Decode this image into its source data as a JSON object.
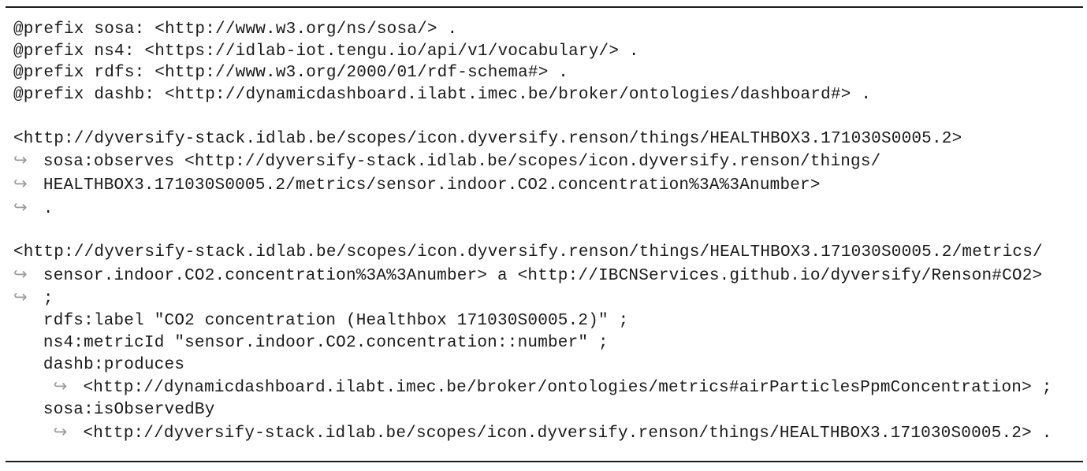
{
  "listing": {
    "language": "turtle-rdf",
    "continuation_symbol": "↪",
    "colors": {
      "text": "#1a1a1a",
      "arrow": "#9b9b9b",
      "rule": "#1c1c1c",
      "background": "#ffffff"
    },
    "lines": [
      {
        "type": "t",
        "text": "@prefix sosa: <http://www.w3.org/ns/sosa/> ."
      },
      {
        "type": "t",
        "text": "@prefix ns4: <https://idlab-iot.tengu.io/api/v1/vocabulary/> ."
      },
      {
        "type": "t",
        "text": "@prefix rdfs: <http://www.w3.org/2000/01/rdf-schema#> ."
      },
      {
        "type": "t",
        "text": "@prefix dashb: <http://dynamicdashboard.ilabt.imec.be/broker/ontologies/dashboard#> ."
      },
      {
        "type": "blank",
        "text": ""
      },
      {
        "type": "t",
        "text": "<http://dyversify-stack.idlab.be/scopes/icon.dyversify.renson/things/HEALTHBOX3.171030S0005.2>"
      },
      {
        "type": "c",
        "text": "sosa:observes <http://dyversify-stack.idlab.be/scopes/icon.dyversify.renson/things/"
      },
      {
        "type": "c",
        "text": "HEALTHBOX3.171030S0005.2/metrics/sensor.indoor.CO2.concentration%3A%3Anumber>"
      },
      {
        "type": "c",
        "text": "."
      },
      {
        "type": "blank",
        "text": ""
      },
      {
        "type": "t",
        "text": "<http://dyversify-stack.idlab.be/scopes/icon.dyversify.renson/things/HEALTHBOX3.171030S0005.2/metrics/"
      },
      {
        "type": "c",
        "text": "sensor.indoor.CO2.concentration%3A%3Anumber> a <http://IBCNServices.github.io/dyversify/Renson#CO2>"
      },
      {
        "type": "c",
        "text": ";"
      },
      {
        "type": "s",
        "text": "rdfs:label \"CO2 concentration (Healthbox 171030S0005.2)\" ;"
      },
      {
        "type": "s",
        "text": "ns4:metricId \"sensor.indoor.CO2.concentration::number\" ;"
      },
      {
        "type": "s",
        "text": "dashb:produces"
      },
      {
        "type": "n",
        "text": "<http://dynamicdashboard.ilabt.imec.be/broker/ontologies/metrics#airParticlesPpmConcentration> ;"
      },
      {
        "type": "s",
        "text": "sosa:isObservedBy"
      },
      {
        "type": "n",
        "text": "<http://dyversify-stack.idlab.be/scopes/icon.dyversify.renson/things/HEALTHBOX3.171030S0005.2> ."
      }
    ]
  }
}
